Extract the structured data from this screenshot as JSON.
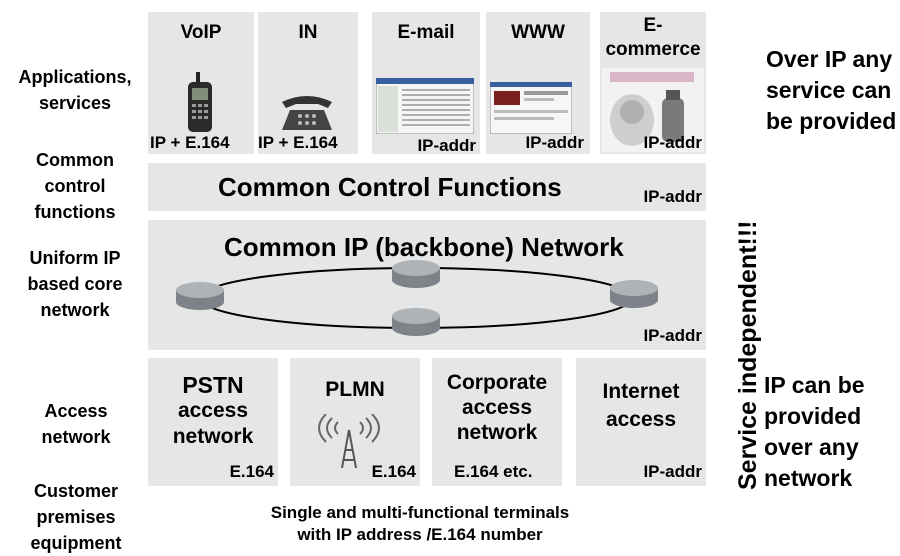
{
  "left_labels": {
    "applications": "Applications, services",
    "control": "Common control functions",
    "core": "Uniform IP based core network",
    "access": "Access network",
    "cpe": "Customer premises equipment"
  },
  "apps": [
    {
      "title": "VoIP",
      "addr": "IP + E.164"
    },
    {
      "title": "IN",
      "addr": "IP + E.164"
    },
    {
      "title": "E-mail",
      "addr": "IP-addr"
    },
    {
      "title": "WWW",
      "addr": "IP-addr"
    },
    {
      "title": "E-commerce",
      "title_line1": "E-",
      "title_line2": "commerce",
      "addr": "IP-addr"
    }
  ],
  "control_band": {
    "title": "Common Control Functions",
    "addr": "IP-addr"
  },
  "core_band": {
    "title": "Common IP  (backbone) Network",
    "addr": "IP-addr"
  },
  "access": [
    {
      "line1": "PSTN",
      "line2": "access",
      "line3": "network",
      "addr": "E.164"
    },
    {
      "line1": "PLMN",
      "addr": "E.164"
    },
    {
      "line1": "Corporate",
      "line2": "access",
      "line3": "network",
      "addr": "E.164 etc."
    },
    {
      "line1": "Internet",
      "line2": "access",
      "addr": "IP-addr"
    }
  ],
  "vertical_text": "Service independent!!!",
  "right_top": "Over IP any service can be provided",
  "right_bottom": "IP can be provided over any network",
  "bottom_text": {
    "line1": "Single and multi-functional terminals",
    "line2": "with IP address /E.164 number"
  },
  "colors": {
    "panel": "#e6e6e6",
    "router": "#9ea3a8",
    "text": "#000000"
  }
}
